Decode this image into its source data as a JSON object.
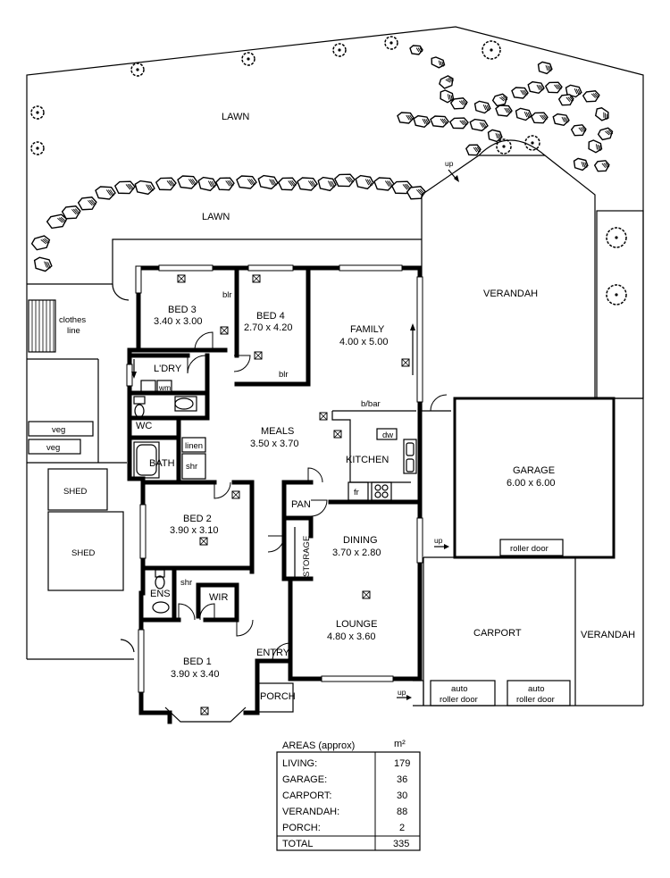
{
  "colors": {
    "line": "#000000",
    "background": "#ffffff"
  },
  "labels": {
    "lawn_top": "LAWN",
    "lawn_mid": "LAWN",
    "clothes_line": [
      "clothes",
      "line"
    ],
    "veg1": "veg",
    "veg2": "veg",
    "shed_small": "SHED",
    "shed_large": "SHED",
    "bed3": {
      "name": "BED 3",
      "size": "3.40 x 3.00"
    },
    "bed4": {
      "name": "BED 4",
      "size": "2.70 x 4.20"
    },
    "family": {
      "name": "FAMILY",
      "size": "4.00 x 5.00"
    },
    "verandah_top": "VERANDAH",
    "blr1": "blr",
    "blr2": "blr",
    "ldry": "L'DRY",
    "wm": "wm",
    "wc": "WC",
    "linen": "linen",
    "bath": "BATH",
    "shr1": "shr",
    "shr2": "shr",
    "meals": {
      "name": "MEALS",
      "size": "3.50 x 3.70"
    },
    "bbar": "b/bar",
    "dw": "dw",
    "kitchen": "KITCHEN",
    "fr": "fr",
    "garage": {
      "name": "GARAGE",
      "size": "6.00 x 6.00"
    },
    "roller_door": "roller door",
    "bed2": {
      "name": "BED 2",
      "size": "3.90 x 3.10"
    },
    "pan": "PAN",
    "storage": "STORAGE",
    "dining": {
      "name": "DINING",
      "size": "3.70 x 2.80"
    },
    "up1": "up",
    "up2": "up",
    "up3": "up",
    "ens": "ENS",
    "wir": "WIR",
    "lounge": {
      "name": "LOUNGE",
      "size": "4.80 x 3.60"
    },
    "carport": "CARPORT",
    "verandah_right": "VERANDAH",
    "entry": "ENTRY",
    "bed1": {
      "name": "BED 1",
      "size": "3.90 x 3.40"
    },
    "porch": "PORCH",
    "auto_roller_1": [
      "auto",
      "roller door"
    ],
    "auto_roller_2": [
      "auto",
      "roller door"
    ]
  },
  "areas": {
    "title": "AREAS (approx)",
    "unit": "m²",
    "rows": [
      {
        "label": "LIVING:",
        "value": "179"
      },
      {
        "label": "GARAGE:",
        "value": "36"
      },
      {
        "label": "CARPORT:",
        "value": "30"
      },
      {
        "label": "VERANDAH:",
        "value": "88"
      },
      {
        "label": "PORCH:",
        "value": "2"
      }
    ],
    "total_label": "TOTAL",
    "total_value": "335"
  }
}
